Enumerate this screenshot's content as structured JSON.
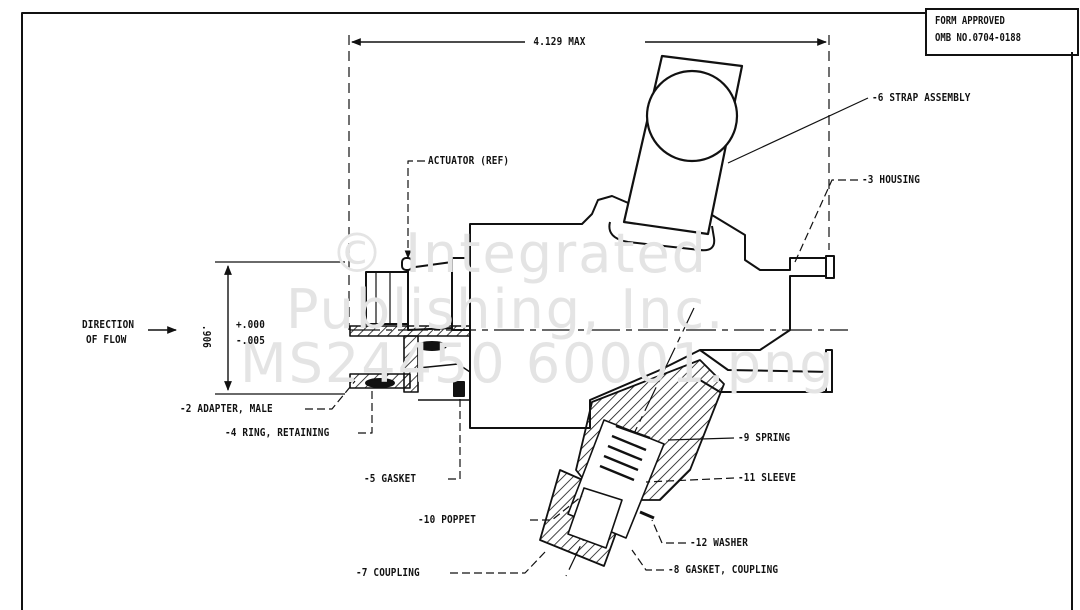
{
  "form_box": {
    "line1": "FORM APPROVED",
    "line2": "OMB NO.0704-0188"
  },
  "dimensions": {
    "overall_width": "4.129 MAX",
    "tol_plus": "+.000",
    "tol_minus": "-.005",
    "dia_value": ".906"
  },
  "flow": {
    "line1": "DIRECTION",
    "line2": "OF FLOW"
  },
  "callouts": {
    "actuator": "ACTUATOR (REF)",
    "strap": "-6 STRAP ASSEMBLY",
    "housing": "-3 HOUSING",
    "adapter": "-2 ADAPTER, MALE",
    "ring": "-4 RING, RETAINING",
    "gasket": "-5 GASKET",
    "poppet": "-10 POPPET",
    "coupling": "-7 COUPLING",
    "spring": "-9 SPRING",
    "sleeve": "-11 SLEEVE",
    "washer": "-12 WASHER",
    "gasket_coupling": "-8 GASKET, COUPLING"
  },
  "watermark": {
    "line1": "© Integrated",
    "line2": "Publishing, Inc.",
    "line3": "MS24450 60001.png"
  }
}
